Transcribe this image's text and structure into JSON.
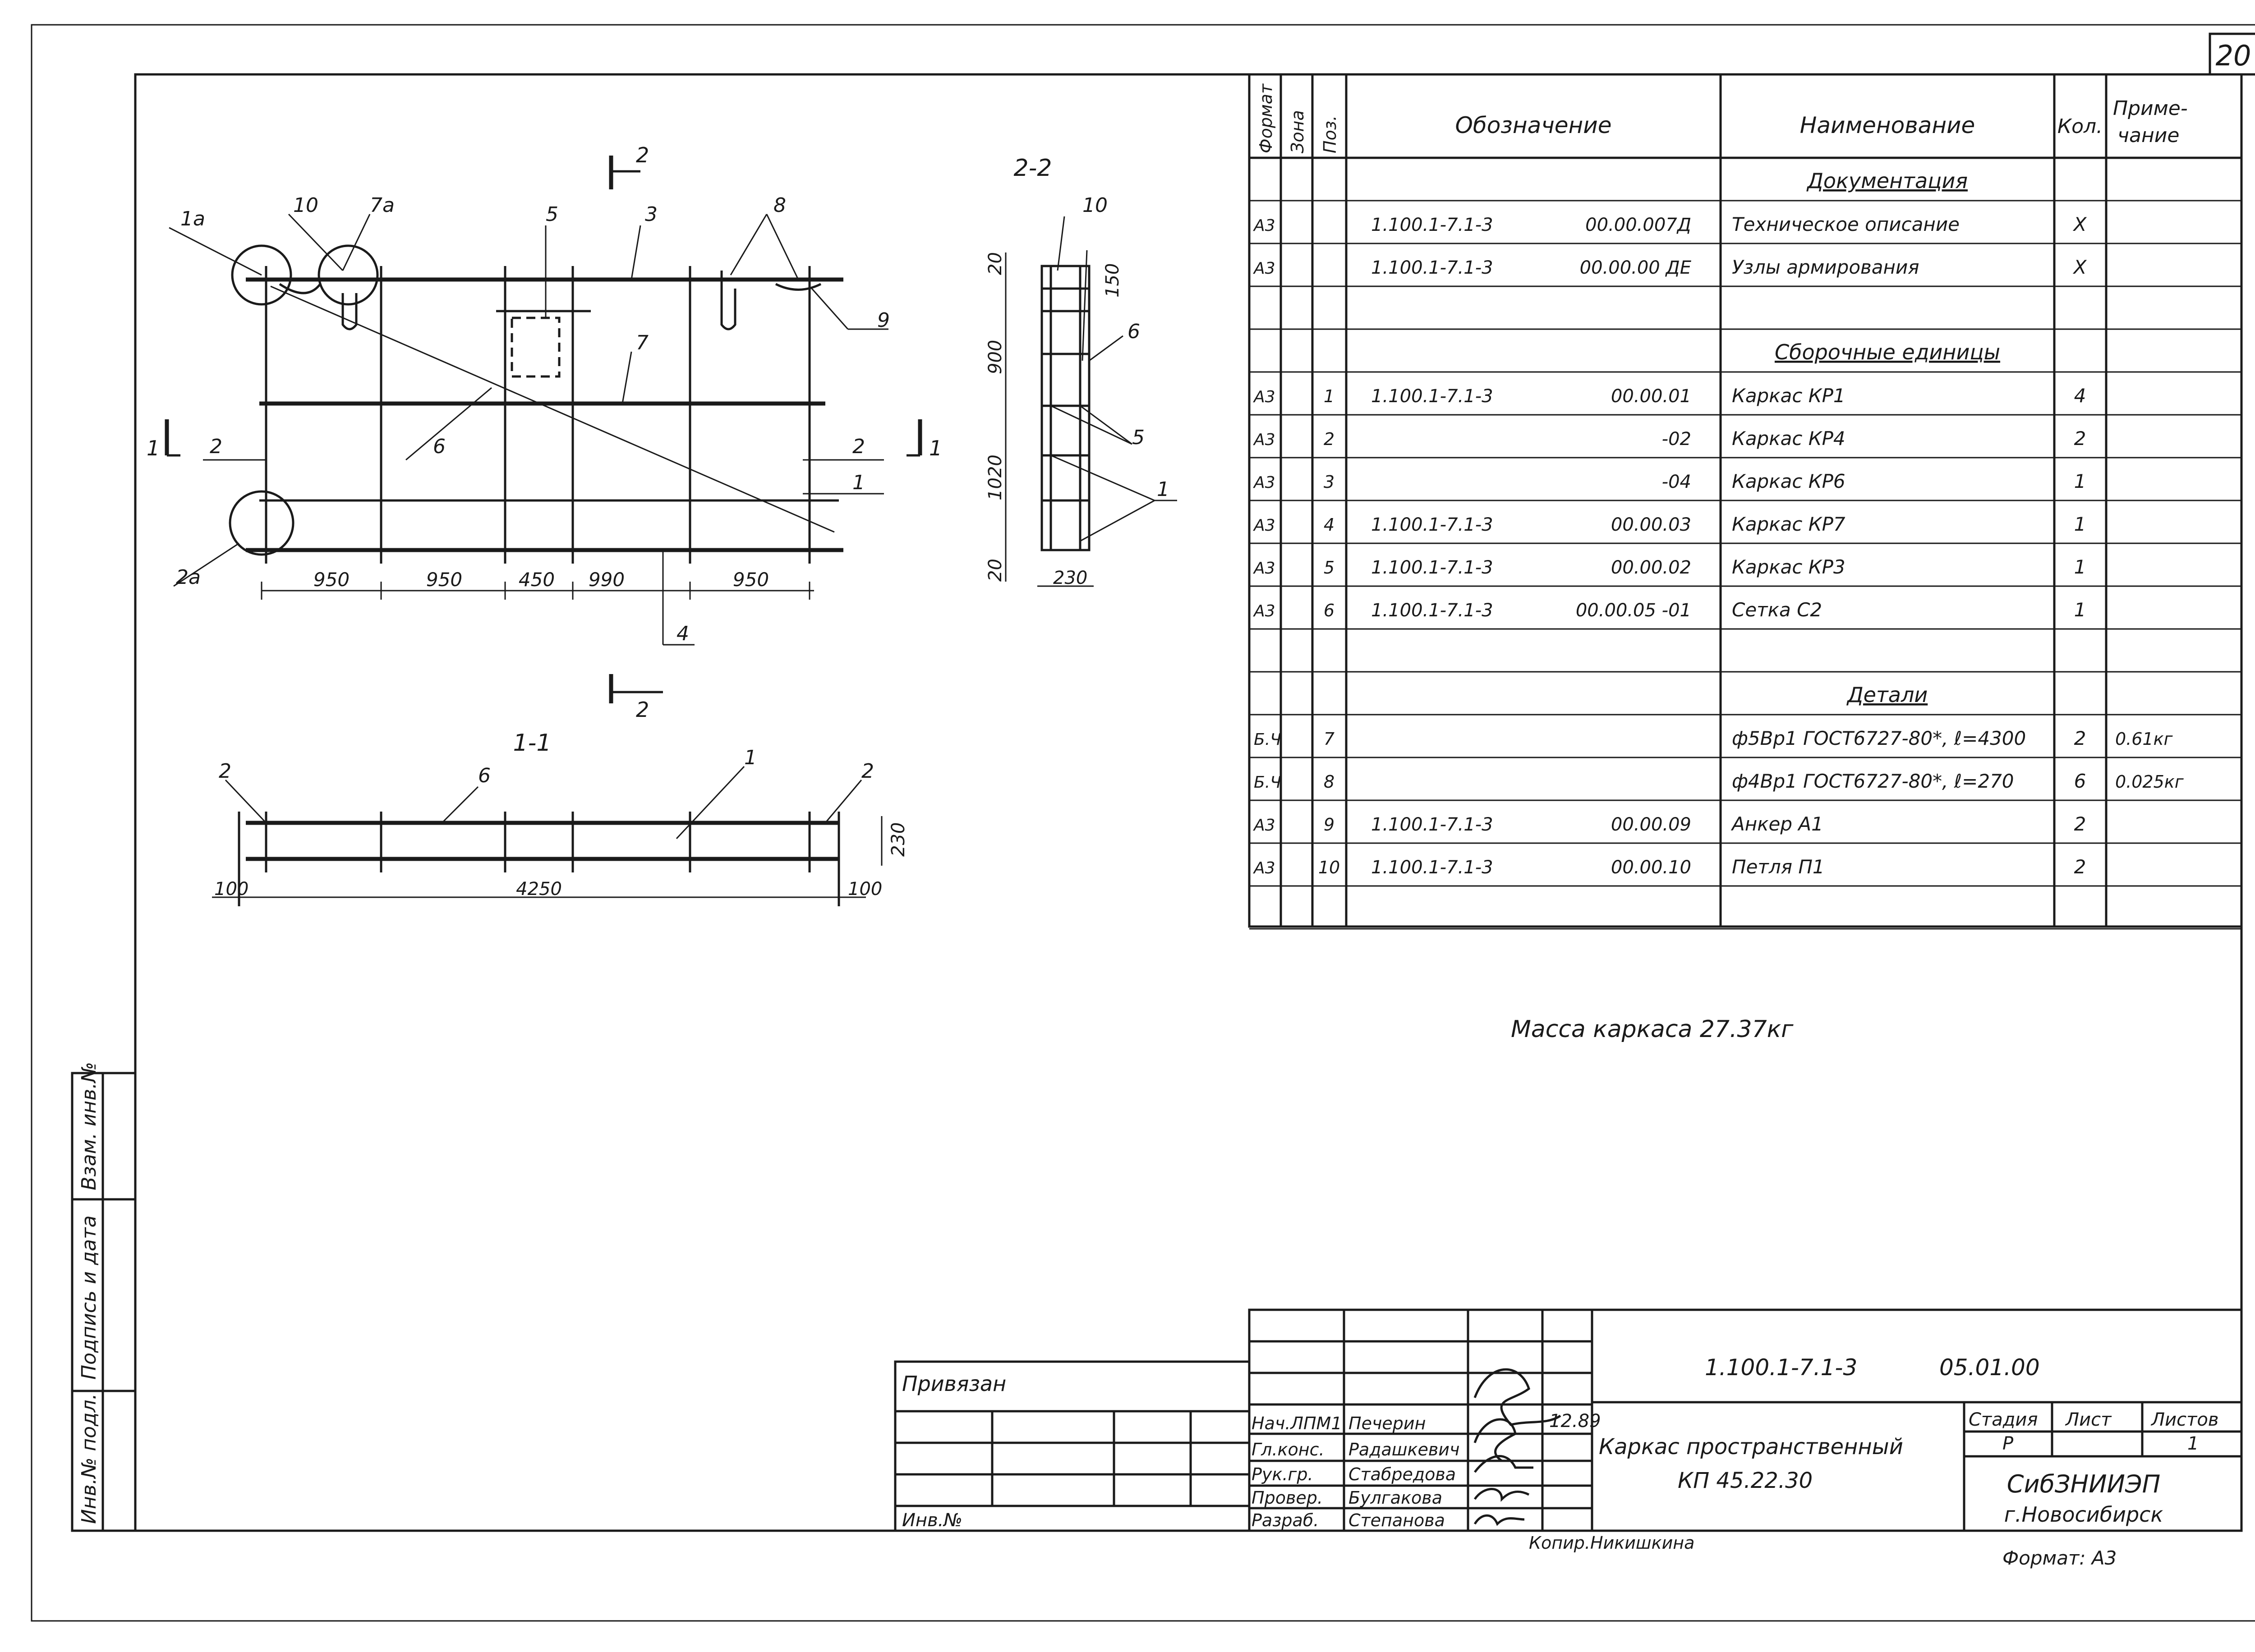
{
  "page_number": "20",
  "drawing": {
    "section_22_title": "2-2",
    "section_11_title": "1-1",
    "section_cut_label": "2",
    "section_cut_label_11": "1",
    "plan_callouts": [
      "1а",
      "10",
      "7а",
      "5",
      "3",
      "8",
      "9",
      "7",
      "6",
      "2",
      "1",
      "2а",
      "4",
      "2",
      "1"
    ],
    "plan_dims": [
      "950",
      "950",
      "450",
      "990",
      "950"
    ],
    "s22_callouts": [
      "10",
      "6",
      "5",
      "1"
    ],
    "s22_dims": [
      "20",
      "150",
      "900",
      "1020",
      "20",
      "230"
    ],
    "s11_callouts": [
      "2",
      "6",
      "1",
      "2"
    ],
    "s11_dims": [
      "100",
      "4250",
      "100",
      "230"
    ]
  },
  "spec_table": {
    "headers": {
      "format": "Формат",
      "zone": "Зона",
      "pos": "Поз.",
      "designation": "Обозначение",
      "name": "Наименование",
      "qty": "Кол.",
      "note": "Приме-\nчание"
    },
    "rows": [
      {
        "format": "",
        "zone": "",
        "pos": "",
        "des": "",
        "des2": "",
        "name": "Документация",
        "qty": "",
        "note": "",
        "section": true
      },
      {
        "format": "А3",
        "zone": "",
        "pos": "",
        "des": "1.100.1-7.1-3",
        "des2": "00.00.007Д",
        "name": "Техническое описание",
        "qty": "X",
        "note": ""
      },
      {
        "format": "А3",
        "zone": "",
        "pos": "",
        "des": "1.100.1-7.1-3",
        "des2": "00.00.00 ДЕ",
        "name": "Узлы армирования",
        "qty": "X",
        "note": ""
      },
      {
        "format": "",
        "zone": "",
        "pos": "",
        "des": "",
        "des2": "",
        "name": "",
        "qty": "",
        "note": ""
      },
      {
        "format": "",
        "zone": "",
        "pos": "",
        "des": "",
        "des2": "",
        "name": "Сборочные единицы",
        "qty": "",
        "note": "",
        "section": true
      },
      {
        "format": "А3",
        "zone": "",
        "pos": "1",
        "des": "1.100.1-7.1-3",
        "des2": "00.00.01",
        "name": "Каркас КР1",
        "qty": "4",
        "note": ""
      },
      {
        "format": "А3",
        "zone": "",
        "pos": "2",
        "des": "",
        "des2": "-02",
        "name": "Каркас КР4",
        "qty": "2",
        "note": ""
      },
      {
        "format": "А3",
        "zone": "",
        "pos": "3",
        "des": "",
        "des2": "-04",
        "name": "Каркас КР6",
        "qty": "1",
        "note": ""
      },
      {
        "format": "А3",
        "zone": "",
        "pos": "4",
        "des": "1.100.1-7.1-3",
        "des2": "00.00.03",
        "name": "Каркас КР7",
        "qty": "1",
        "note": ""
      },
      {
        "format": "А3",
        "zone": "",
        "pos": "5",
        "des": "1.100.1-7.1-3",
        "des2": "00.00.02",
        "name": "Каркас КР3",
        "qty": "1",
        "note": ""
      },
      {
        "format": "А3",
        "zone": "",
        "pos": "6",
        "des": "1.100.1-7.1-3",
        "des2": "00.00.05 -01",
        "name": "Сетка С2",
        "qty": "1",
        "note": ""
      },
      {
        "format": "",
        "zone": "",
        "pos": "",
        "des": "",
        "des2": "",
        "name": "",
        "qty": "",
        "note": ""
      },
      {
        "format": "",
        "zone": "",
        "pos": "",
        "des": "",
        "des2": "",
        "name": "Детали",
        "qty": "",
        "note": "",
        "section": true
      },
      {
        "format": "Б.Ч",
        "zone": "",
        "pos": "7",
        "des": "",
        "des2": "",
        "name": "ф5Вр1 ГОСТ6727-80*, ℓ=4300",
        "qty": "2",
        "note": "0.61кг"
      },
      {
        "format": "Б.Ч",
        "zone": "",
        "pos": "8",
        "des": "",
        "des2": "",
        "name": "ф4Вр1 ГОСТ6727-80*, ℓ=270",
        "qty": "6",
        "note": "0.025кг"
      },
      {
        "format": "А3",
        "zone": "",
        "pos": "9",
        "des": "1.100.1-7.1-3",
        "des2": "00.00.09",
        "name": "Анкер А1",
        "qty": "2",
        "note": ""
      },
      {
        "format": "А3",
        "zone": "",
        "pos": "10",
        "des": "1.100.1-7.1-3",
        "des2": "00.00.10",
        "name": "Петля П1",
        "qty": "2",
        "note": ""
      },
      {
        "format": "",
        "zone": "",
        "pos": "",
        "des": "",
        "des2": "",
        "name": "",
        "qty": "",
        "note": ""
      }
    ]
  },
  "mass_note": "Масса каркаса 27.37кг",
  "title_block": {
    "privyazan": "Привязан",
    "inv_no": "Инв.№",
    "doc_code": "1.100.1-7.1-3",
    "doc_sheet_code": "05.01.00",
    "title": "Каркас пространственный",
    "mark": "КП 45.22.30",
    "stage_label": "Стадия",
    "sheet_label": "Лист",
    "sheets_label": "Листов",
    "stage": "Р",
    "sheets": "1",
    "org": "СибЗНИИЭП",
    "city": "г.Новосибирск",
    "date": "12.89",
    "copied": "Копир.Никишкина",
    "format": "Формат: А3",
    "people": [
      {
        "role": "Нач.ЛПМ1",
        "name": "Печерин"
      },
      {
        "role": "Гл.конс.",
        "name": "Радашкевич"
      },
      {
        "role": "Рук.гр.",
        "name": "Стабредова"
      },
      {
        "role": "Провер.",
        "name": "Булгакова"
      },
      {
        "role": "Разраб.",
        "name": "Степанова"
      }
    ]
  },
  "side_stamp": [
    "Инв.№ подл.",
    "Подпись и дата",
    "Взам. инв.№"
  ]
}
